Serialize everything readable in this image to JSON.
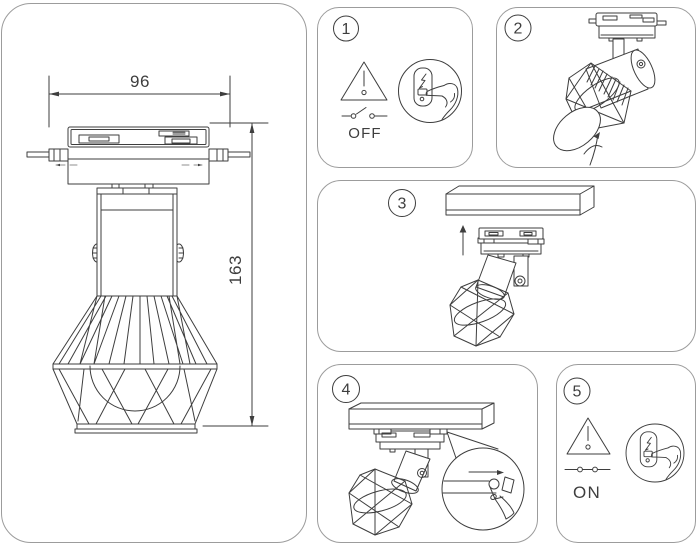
{
  "drawing": {
    "width_label": "96",
    "height_label": "163"
  },
  "steps": {
    "one": {
      "number": "1",
      "power_state": "OFF"
    },
    "two": {
      "number": "2"
    },
    "three": {
      "number": "3"
    },
    "four": {
      "number": "4"
    },
    "five": {
      "number": "5",
      "power_state": "ON"
    }
  },
  "icons": {
    "warning": "warning-triangle-exclamation",
    "power_switch": "hand-pressing-wall-switch",
    "open_circuit": "switch-contacts-open",
    "closed_circuit": "switch-contacts-closed",
    "rotate_bulb": "screw-in-rotation-arrow",
    "insert_up": "upward-insert-arrow",
    "slide_lock": "slide-lock-lever-arrow"
  },
  "colors": {
    "line": "#3e3e3e",
    "panel_border": "#9c9c9c",
    "background": "#ffffff"
  }
}
